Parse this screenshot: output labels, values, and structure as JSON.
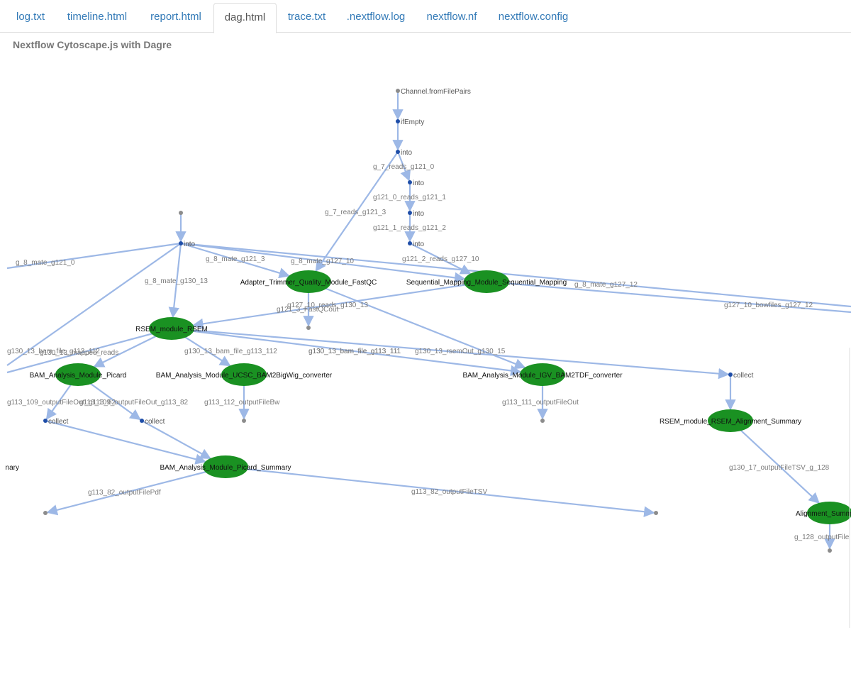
{
  "tabs": [
    {
      "label": "log.txt",
      "active": false
    },
    {
      "label": "timeline.html",
      "active": false
    },
    {
      "label": "report.html",
      "active": false
    },
    {
      "label": "dag.html",
      "active": true
    },
    {
      "label": "trace.txt",
      "active": false
    },
    {
      "label": ".nextflow.log",
      "active": false
    },
    {
      "label": "nextflow.nf",
      "active": false
    },
    {
      "label": "nextflow.config",
      "active": false
    }
  ],
  "page_title": "Nextflow Cytoscape.js with Dagre",
  "colors": {
    "edge": "#9db8e6",
    "process_node": "#1a9122",
    "operator_node": "#1f4ea8",
    "endpoint_node": "#8c8c8c",
    "tab_link": "#337ab7"
  },
  "graph": {
    "nodes": [
      {
        "id": "chan",
        "kind": "endpoint",
        "label": "Channel.fromFilePairs"
      },
      {
        "id": "ifempty",
        "kind": "operator",
        "label": "ifEmpty"
      },
      {
        "id": "into1",
        "kind": "operator",
        "label": "into"
      },
      {
        "id": "into2",
        "kind": "operator",
        "label": "into"
      },
      {
        "id": "into3",
        "kind": "operator",
        "label": "into"
      },
      {
        "id": "into4",
        "kind": "operator",
        "label": "into"
      },
      {
        "id": "src2",
        "kind": "endpoint",
        "label": ""
      },
      {
        "id": "intoL",
        "kind": "operator",
        "label": "into"
      },
      {
        "id": "fastqc",
        "kind": "process",
        "label": "Adapter_Trimmer_Quality_Module_FastQC"
      },
      {
        "id": "seqmap",
        "kind": "process",
        "label": "Sequential_Mapping_Module_Sequential_Mapping"
      },
      {
        "id": "fastqc_out",
        "kind": "endpoint",
        "label": ""
      },
      {
        "id": "rsem",
        "kind": "process",
        "label": "RSEM_module_RSEM"
      },
      {
        "id": "picard",
        "kind": "process",
        "label": "BAM_Analysis_Module_Picard"
      },
      {
        "id": "ucsc",
        "kind": "process",
        "label": "BAM_Analysis_Module_UCSC_BAM2BigWig_converter"
      },
      {
        "id": "igv",
        "kind": "process",
        "label": "BAM_Analysis_Module_IGV_BAM2TDF_converter"
      },
      {
        "id": "collectR",
        "kind": "operator",
        "label": "collect"
      },
      {
        "id": "collect1",
        "kind": "operator",
        "label": "collect"
      },
      {
        "id": "collect2",
        "kind": "operator",
        "label": "collect"
      },
      {
        "id": "ucsc_out",
        "kind": "endpoint",
        "label": ""
      },
      {
        "id": "igv_out",
        "kind": "endpoint",
        "label": ""
      },
      {
        "id": "rsemsum",
        "kind": "process",
        "label": "RSEM_module_RSEM_Alignment_Summary"
      },
      {
        "id": "picsum",
        "kind": "process",
        "label": "BAM_Analysis_Module_Picard_Summary"
      },
      {
        "id": "picsum_pdf",
        "kind": "endpoint",
        "label": ""
      },
      {
        "id": "picsum_tsv",
        "kind": "endpoint",
        "label": ""
      },
      {
        "id": "alnsum",
        "kind": "process",
        "label": "Alignment_Summ"
      },
      {
        "id": "alnsum_out",
        "kind": "endpoint",
        "label": ""
      },
      {
        "id": "leftsum",
        "kind": "process_label_only",
        "label": "nary"
      }
    ],
    "edges": [
      {
        "from": "chan",
        "to": "ifempty",
        "label": ""
      },
      {
        "from": "ifempty",
        "to": "into1",
        "label": ""
      },
      {
        "from": "into1",
        "to": "into2",
        "label": "g_7_reads_g121_0"
      },
      {
        "from": "into1",
        "to": "fastqc",
        "label": "g_7_reads_g121_3"
      },
      {
        "from": "into2",
        "to": "into3",
        "label": "g121_0_reads_g121_1"
      },
      {
        "from": "into3",
        "to": "into4",
        "label": "g121_1_reads_g121_2"
      },
      {
        "from": "into4",
        "to": "seqmap",
        "label": "g121_2_reads_g127_10"
      },
      {
        "from": "src2",
        "to": "intoL",
        "label": ""
      },
      {
        "from": "intoL",
        "to": "fastqc",
        "label": "g_8_mate_g121_3"
      },
      {
        "from": "intoL",
        "to": "seqmap",
        "label": "g_8_mate_g127_10"
      },
      {
        "from": "intoL",
        "to": "rsem",
        "label": "g_8_mate_g130_13"
      },
      {
        "from": "intoL",
        "to": "offL1",
        "label": "g_8_mate_g121_0"
      },
      {
        "from": "intoL",
        "to": "offR1",
        "label": "g_8_mate_g127_12"
      },
      {
        "from": "seqmap",
        "to": "offR2",
        "label": "g127_10_bowfiles_g127_12"
      },
      {
        "from": "fastqc",
        "to": "fastqc_out",
        "label": "g121_3_FastQCout"
      },
      {
        "from": "seqmap",
        "to": "rsem",
        "label": "g127_10_reads_g130_13"
      },
      {
        "from": "fastqc",
        "to": "igv",
        "label": "g130_13_bam_file_g113_111"
      },
      {
        "from": "rsem",
        "to": "picard",
        "label": "g130_13_mapped_reads"
      },
      {
        "from": "rsem",
        "to": "ucsc",
        "label": "g130_13_bam_file_g113_112"
      },
      {
        "from": "rsem",
        "to": "igv",
        "label": "g130_13_bam_file_g113_111"
      },
      {
        "from": "rsem",
        "to": "collectR",
        "label": "g130_13_rsemOut_g130_15"
      },
      {
        "from": "picard",
        "to": "collect1",
        "label": "g113_109_outputFileOut_g113_82"
      },
      {
        "from": "picard",
        "to": "collect2",
        "label": "g113_109_outputFileOut_g113_82"
      },
      {
        "from": "collect1",
        "to": "picsum",
        "label": ""
      },
      {
        "from": "collect2",
        "to": "picsum",
        "label": ""
      },
      {
        "from": "ucsc",
        "to": "ucsc_out",
        "label": "g113_112_outputFileBw"
      },
      {
        "from": "igv",
        "to": "igv_out",
        "label": "g113_111_outputFileOut"
      },
      {
        "from": "collectR",
        "to": "rsemsum",
        "label": ""
      },
      {
        "from": "rsemsum",
        "to": "alnsum",
        "label": "g130_17_outputFileTSV_g_128"
      },
      {
        "from": "picsum",
        "to": "picsum_pdf",
        "label": "g113_82_outputFilePdf"
      },
      {
        "from": "picsum",
        "to": "picsum_tsv",
        "label": "g113_82_outputFileTSV"
      },
      {
        "from": "alnsum",
        "to": "alnsum_out",
        "label": "g_128_outputFile"
      },
      {
        "from": "intoL",
        "to": "offL2",
        "label": ""
      },
      {
        "from": "rsem",
        "to": "offL3",
        "label": "g130_13_bam_file_g113_112"
      }
    ]
  }
}
